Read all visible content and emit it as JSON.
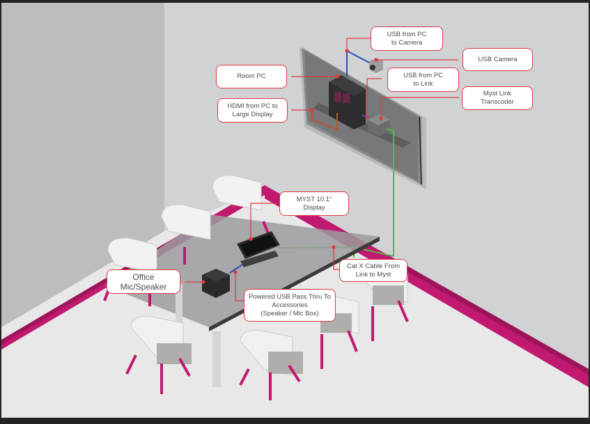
{
  "diagram": {
    "title": "Conference room setup",
    "colors": {
      "frame": "#232323",
      "left_wall": "#bcbdbf",
      "back_wall": "#d1d2d4",
      "floor": "#e8e8e8",
      "baseboard": "#c0196f",
      "callout_border": "#e0383f",
      "usb_cable": "#2f4fb5",
      "hdmi_cable": "#c4502a",
      "catx_cable": "#5cb545"
    },
    "callouts": [
      {
        "id": "usb-pc-camera",
        "text": "USB from PC\nto Camera"
      },
      {
        "id": "usb-camera",
        "text": "USB Camera"
      },
      {
        "id": "room-pc",
        "text": "Room PC"
      },
      {
        "id": "usb-pc-link",
        "text": "USB from PC\nto Link"
      },
      {
        "id": "myst-link-transcoder",
        "text": "Myst Link\nTranscoder"
      },
      {
        "id": "hdmi-pc-display",
        "text": "HDMI from PC to\nLarge Display"
      },
      {
        "id": "myst-display",
        "text": "MYST 10.1\"\nDisplay"
      },
      {
        "id": "catx-cable",
        "text": "Cat X Cable From\nLink to Myst"
      },
      {
        "id": "office-mic-speaker",
        "text": "Office\nMic/Speaker"
      },
      {
        "id": "powered-usb",
        "text": "Powered USB Pass Thru To\nAccessories\n(Speaker / Mic Box)"
      }
    ]
  }
}
